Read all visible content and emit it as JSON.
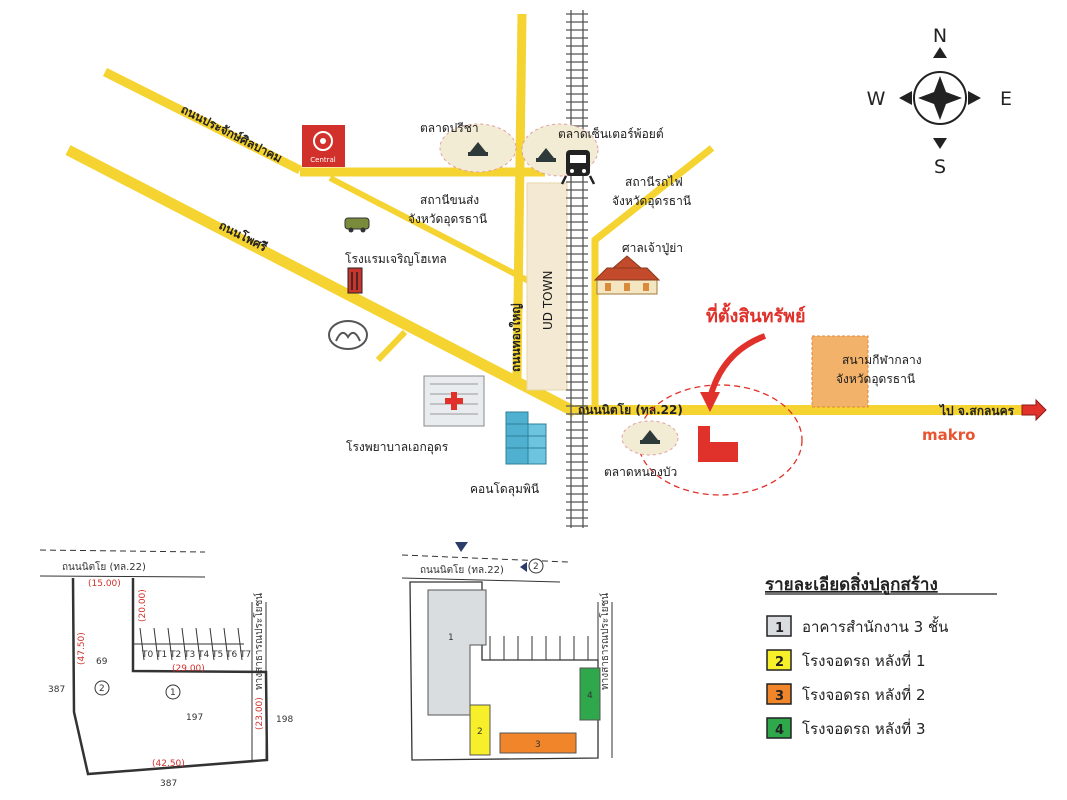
{
  "compass": {
    "n": "N",
    "s": "S",
    "e": "E",
    "w": "W"
  },
  "roads": {
    "prachak": "ถนนประจักษ์ศิลปาคม",
    "phosri": "ถนนโพศรี",
    "thongyai": "ถนนทองใหญ่",
    "nittayo": "ถนนนิตโย (ทล.22)",
    "to_sakon": "ไป จ.สกลนคร"
  },
  "places": {
    "central": "Central",
    "market_prisa": "ตลาดปรีชา",
    "market_center": "ตลาดเซ็นเตอร์พ้อยต์",
    "bus_station": [
      "สถานีขนส่ง",
      "จังหวัดอุดรธานี"
    ],
    "rail_station": [
      "สถานีรถไฟ",
      "จังหวัดอุดรธานี"
    ],
    "hotel": "โรงแรมเจริญโฮเทล",
    "shrine": "ศาลเจ้าปู่ย่า",
    "ud_town": "UD TOWN",
    "property": "ที่ตั้งสินทรัพย์",
    "stadium": [
      "สนามกีฬากลาง",
      "จังหวัดอุดรธานี"
    ],
    "hospital": "โรงพยาบาลเอกอุดร",
    "condo": "คอนโดลุมพินี",
    "market_nongbua": "ตลาดหนองบัว",
    "makro": "makro"
  },
  "plan_left": {
    "road": "ถนนนิตโย (ทล.22)",
    "lane": "ทางสาธารณประโยชน์",
    "dims": [
      "(15.00)",
      "(20.00)",
      "(47.50)",
      "(29.00)",
      "(23.00)",
      "(42.50)"
    ],
    "numbers": [
      "69",
      "197",
      "387",
      "198",
      "387"
    ],
    "circles": [
      "2",
      "1"
    ],
    "lots": [
      "T0",
      "T1",
      "T2",
      "T3",
      "T4",
      "T5",
      "T6",
      "T7"
    ]
  },
  "plan_right": {
    "road": "ถนนนิตโย (ทล.22)",
    "lane": "ทางสาธารณประโยชน์",
    "circle": "2",
    "buildings": [
      "1",
      "2",
      "3",
      "4"
    ]
  },
  "legend": {
    "title": "รายละเอียดสิ่งปลูกสร้าง",
    "items": [
      {
        "num": "1",
        "label": "อาคารสำนักงาน 3 ชั้น",
        "color": "#d9dde0"
      },
      {
        "num": "2",
        "label": "โรงจอดรถ หลังที่ 1",
        "color": "#f6ef29"
      },
      {
        "num": "3",
        "label": "โรงจอดรถ หลังที่ 2",
        "color": "#f0852a"
      },
      {
        "num": "4",
        "label": "โรงจอดรถ หลังที่ 3",
        "color": "#2ea84a"
      }
    ]
  },
  "colors": {
    "road": "#f5d330",
    "accent": "#e0312b",
    "rail": "#555555"
  }
}
